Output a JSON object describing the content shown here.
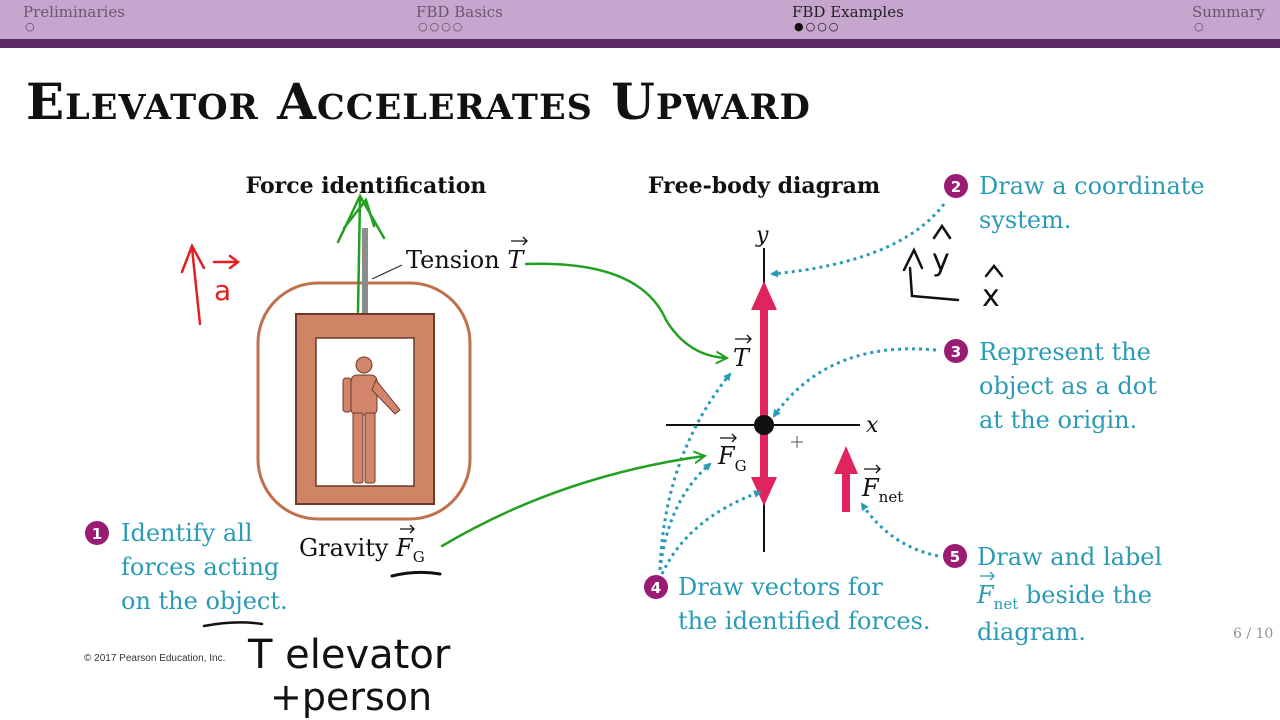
{
  "nav": {
    "sections": [
      {
        "label": "Preliminaries",
        "dots": "○",
        "active": false
      },
      {
        "label": "FBD Basics",
        "dots": "○○○○",
        "active": false
      },
      {
        "label": "FBD Examples",
        "dots": "●○○○",
        "active": true
      },
      {
        "label": "Summary",
        "dots": "○",
        "active": false
      }
    ]
  },
  "slide": {
    "title": "Elevator Accelerates Upward",
    "page": "6 / 10",
    "copyright": "© 2017 Pearson Education, Inc."
  },
  "diagram": {
    "headings": {
      "left": "Force identification",
      "right": "Free-body diagram"
    },
    "axes": {
      "y": "y",
      "x": "x"
    },
    "labels": {
      "tension": "Tension",
      "gravity": "Gravity",
      "T": "T",
      "F": "F",
      "sub_G": "G",
      "sub_net": "net"
    },
    "steps": [
      {
        "num": "1",
        "lines": [
          "Identify all",
          "forces acting",
          "on the object."
        ]
      },
      {
        "num": "2",
        "lines": [
          "Draw a coordinate",
          "system."
        ]
      },
      {
        "num": "3",
        "lines": [
          "Represent the",
          "object as a dot",
          "at the origin."
        ]
      },
      {
        "num": "4",
        "lines": [
          "Draw vectors for",
          "the identified forces."
        ]
      },
      {
        "num": "5",
        "lines": [
          "Draw and label",
          "beside the",
          "diagram."
        ]
      }
    ],
    "handwriting": {
      "accel": "a",
      "y_hat": "y",
      "x_hat": "x",
      "note_line1": "T elevator",
      "note_line2": "+person"
    }
  },
  "colors": {
    "nav_bg": "#c6a6ce",
    "nav_bar": "#5b2a66",
    "step_text": "#2a9bb6",
    "step_badge": "#9a1b72",
    "force_vector": "#e0245e",
    "ink_green": "#22a022",
    "ink_red": "#e02020",
    "elevator": "#d2856a"
  }
}
